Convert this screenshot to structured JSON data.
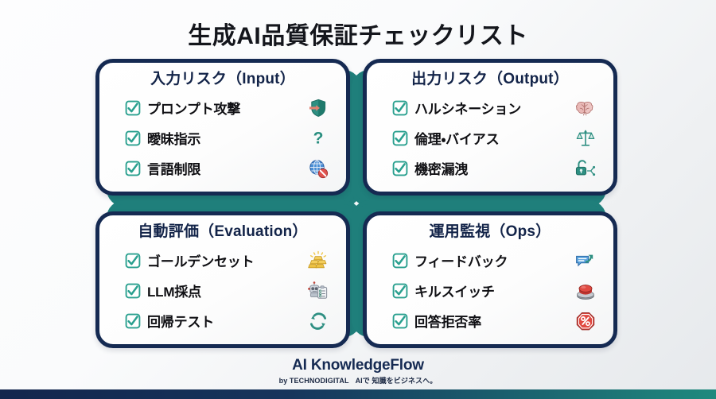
{
  "page": {
    "title": "生成AI品質保証チェックリスト"
  },
  "colors": {
    "card_border": "#152a52",
    "accent_teal": "#1f7f7b",
    "title_text": "#14161c",
    "card_title_text": "#132449",
    "item_text": "#101014",
    "background": "#f7f8fa"
  },
  "cards": [
    {
      "id": "input-risk",
      "title": "入力リスク（Input）",
      "items": [
        {
          "label": "プロンプト攻撃",
          "icon": "shield-arrow-icon"
        },
        {
          "label": "曖昧指示",
          "icon": "question-mark-icon"
        },
        {
          "label": "言語制限",
          "icon": "globe-prohibited-icon"
        }
      ]
    },
    {
      "id": "output-risk",
      "title": "出力リスク（Output）",
      "items": [
        {
          "label": "ハルシネーション",
          "icon": "brain-icon"
        },
        {
          "label": "倫理・バイアス",
          "icon": "scales-icon"
        },
        {
          "label": "機密漏洩",
          "icon": "unlocked-padlock-icon"
        }
      ]
    },
    {
      "id": "auto-evaluation",
      "title": "自動評価（Evaluation）",
      "items": [
        {
          "label": "ゴールデンセット",
          "icon": "gold-bars-icon"
        },
        {
          "label": "LLM採点",
          "icon": "robot-clipboard-icon"
        },
        {
          "label": "回帰テスト",
          "icon": "refresh-cycle-icon"
        }
      ]
    },
    {
      "id": "ops-monitoring",
      "title": "運用監視（Ops）",
      "items": [
        {
          "label": "フィードバック",
          "icon": "feedback-arrow-icon"
        },
        {
          "label": "キルスイッチ",
          "icon": "red-button-icon"
        },
        {
          "label": "回答拒否率",
          "icon": "percent-octagon-icon"
        }
      ]
    }
  ],
  "footer": {
    "brand": "AI KnowledgeFlow",
    "tagline_left": "by TECHNODIGITAL",
    "tagline_right": "AIで 知識をビジネスへ。"
  }
}
